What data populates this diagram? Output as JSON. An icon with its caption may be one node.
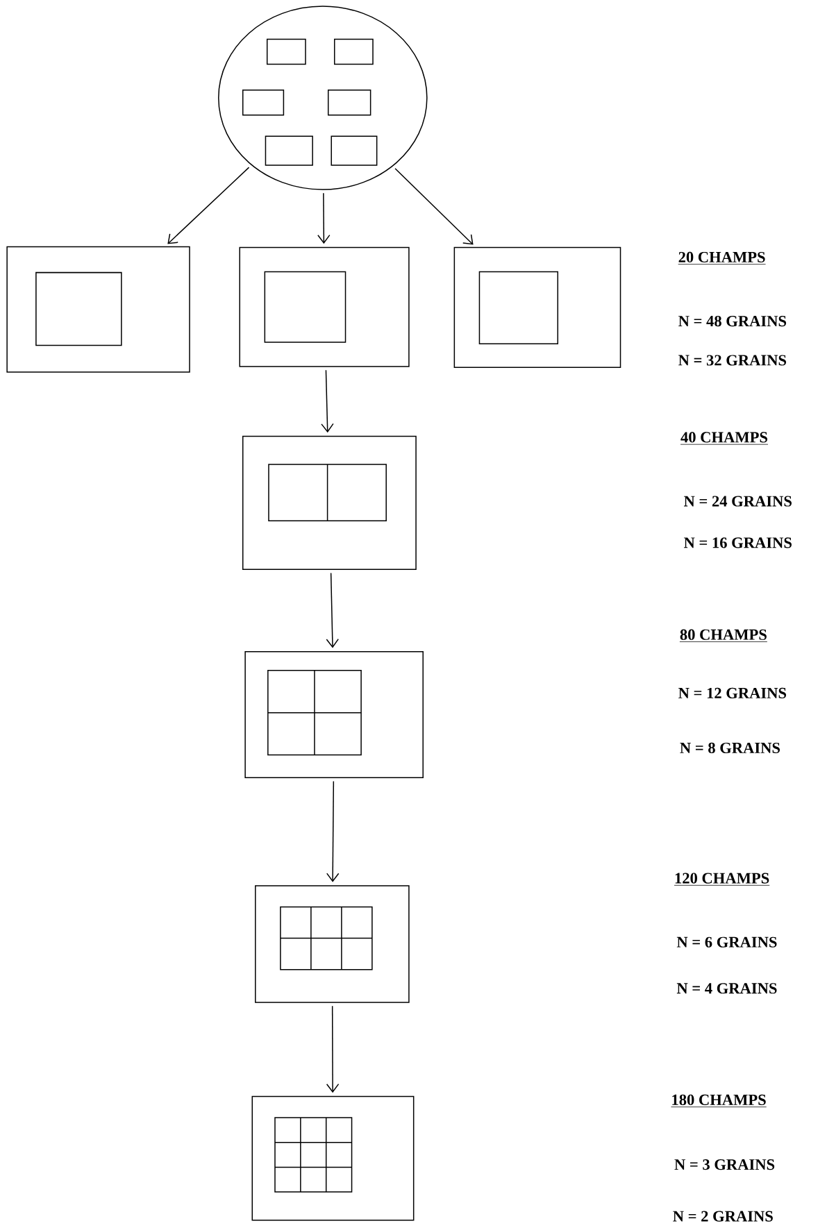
{
  "diagram": {
    "nodes": [
      {
        "text": [],
        "shape": "circle"
      },
      {
        "text": [],
        "shape": "box"
      },
      {
        "text": [],
        "shape": "box"
      },
      {
        "text": [],
        "shape": "box"
      },
      {
        "text": [],
        "shape": "box"
      },
      {
        "text": [],
        "shape": "box"
      },
      {
        "text": [],
        "shape": "box"
      },
      {
        "text": [],
        "shape": "box"
      }
    ],
    "edges": [
      {
        "from": 0,
        "to": 1,
        "arrow": "to"
      },
      {
        "from": 0,
        "to": 2,
        "arrow": "to"
      },
      {
        "from": 0,
        "to": 3,
        "arrow": "to"
      },
      {
        "from": 2,
        "to": 4,
        "arrow": "to"
      },
      {
        "from": 4,
        "to": 5,
        "arrow": "to"
      },
      {
        "from": 5,
        "to": 6,
        "arrow": "to"
      },
      {
        "from": 6,
        "to": 7,
        "arrow": "to"
      }
    ],
    "labels": [
      "20 CHAMPS",
      "N = 48 GRAINS",
      "N = 32 GRAINS",
      "40 CHAMPS",
      "N = 24 GRAINS",
      "N = 16 GRAINS",
      "80 CHAMPS",
      "N = 12 GRAINS",
      "N = 8 GRAINS",
      "120 CHAMPS",
      "N = 6  GRAINS",
      "N = 4 GRAINS",
      "180 CHAMPS",
      "N = 3 GRAINS",
      "N = 2 GRAINS"
    ]
  }
}
